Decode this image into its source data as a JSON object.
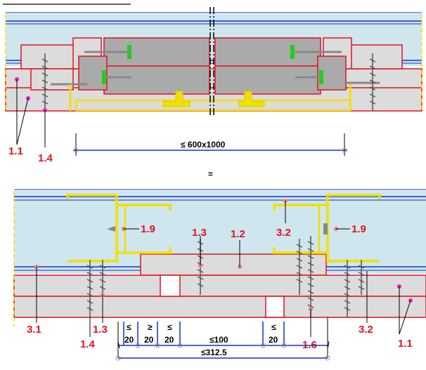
{
  "top_section": {
    "labels": {
      "l11": "1.1",
      "l14": "1.4"
    },
    "dimension": "≤ 600x1000"
  },
  "section_break": "=",
  "bottom_section": {
    "labels": {
      "l19a": "1.9",
      "l19b": "1.9",
      "l13a": "1.3",
      "l12": "1.2",
      "l32a": "3.2",
      "l31": "3.1",
      "l14": "1.4",
      "l13b": "1.3",
      "l16": "1.6",
      "l32b": "3.2",
      "l11": "1.1"
    },
    "dimensions": {
      "d1_sym": "≤",
      "d1_val": "20",
      "d2_sym": "≥",
      "d2_val": "20",
      "d3_sym": "≤",
      "d3_val": "20",
      "d4": "≤100",
      "d5_sym": "≤",
      "d5_val": "20",
      "d6": "≤312.5"
    }
  },
  "colors": {
    "outline_red": "#e0141e",
    "profile_yellow": "#f0e000",
    "insulation_blue": "#cfe6ee",
    "board_gray": "#aaaaaa",
    "panel_gray": "#dcdcdc",
    "dim_blue": "#1030d0",
    "marker_magenta": "#e020c0",
    "marker_salmon": "#f08070",
    "clip_green": "#22cc22"
  }
}
